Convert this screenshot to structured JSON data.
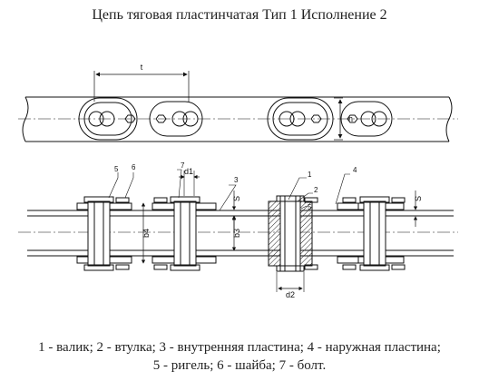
{
  "title": "Цепь тяговая пластинчатая Тип 1 Исполнение 2",
  "top_view": {
    "pitch_label": "t",
    "height_label": "h"
  },
  "side_view": {
    "part_numbers": [
      "1",
      "2",
      "3",
      "4",
      "5",
      "6",
      "7"
    ],
    "dim_labels": {
      "d1": "d1",
      "s_left": "S",
      "s_right": "S",
      "b3": "b3",
      "b4": "b4",
      "d2": "d2"
    }
  },
  "legend": {
    "line1": "1 - валик; 2 - втулка; 3 - внутренняя пластина; 4 - наружная пластина;",
    "line2": "5 - ригель; 6 - шайба; 7 - болт."
  }
}
